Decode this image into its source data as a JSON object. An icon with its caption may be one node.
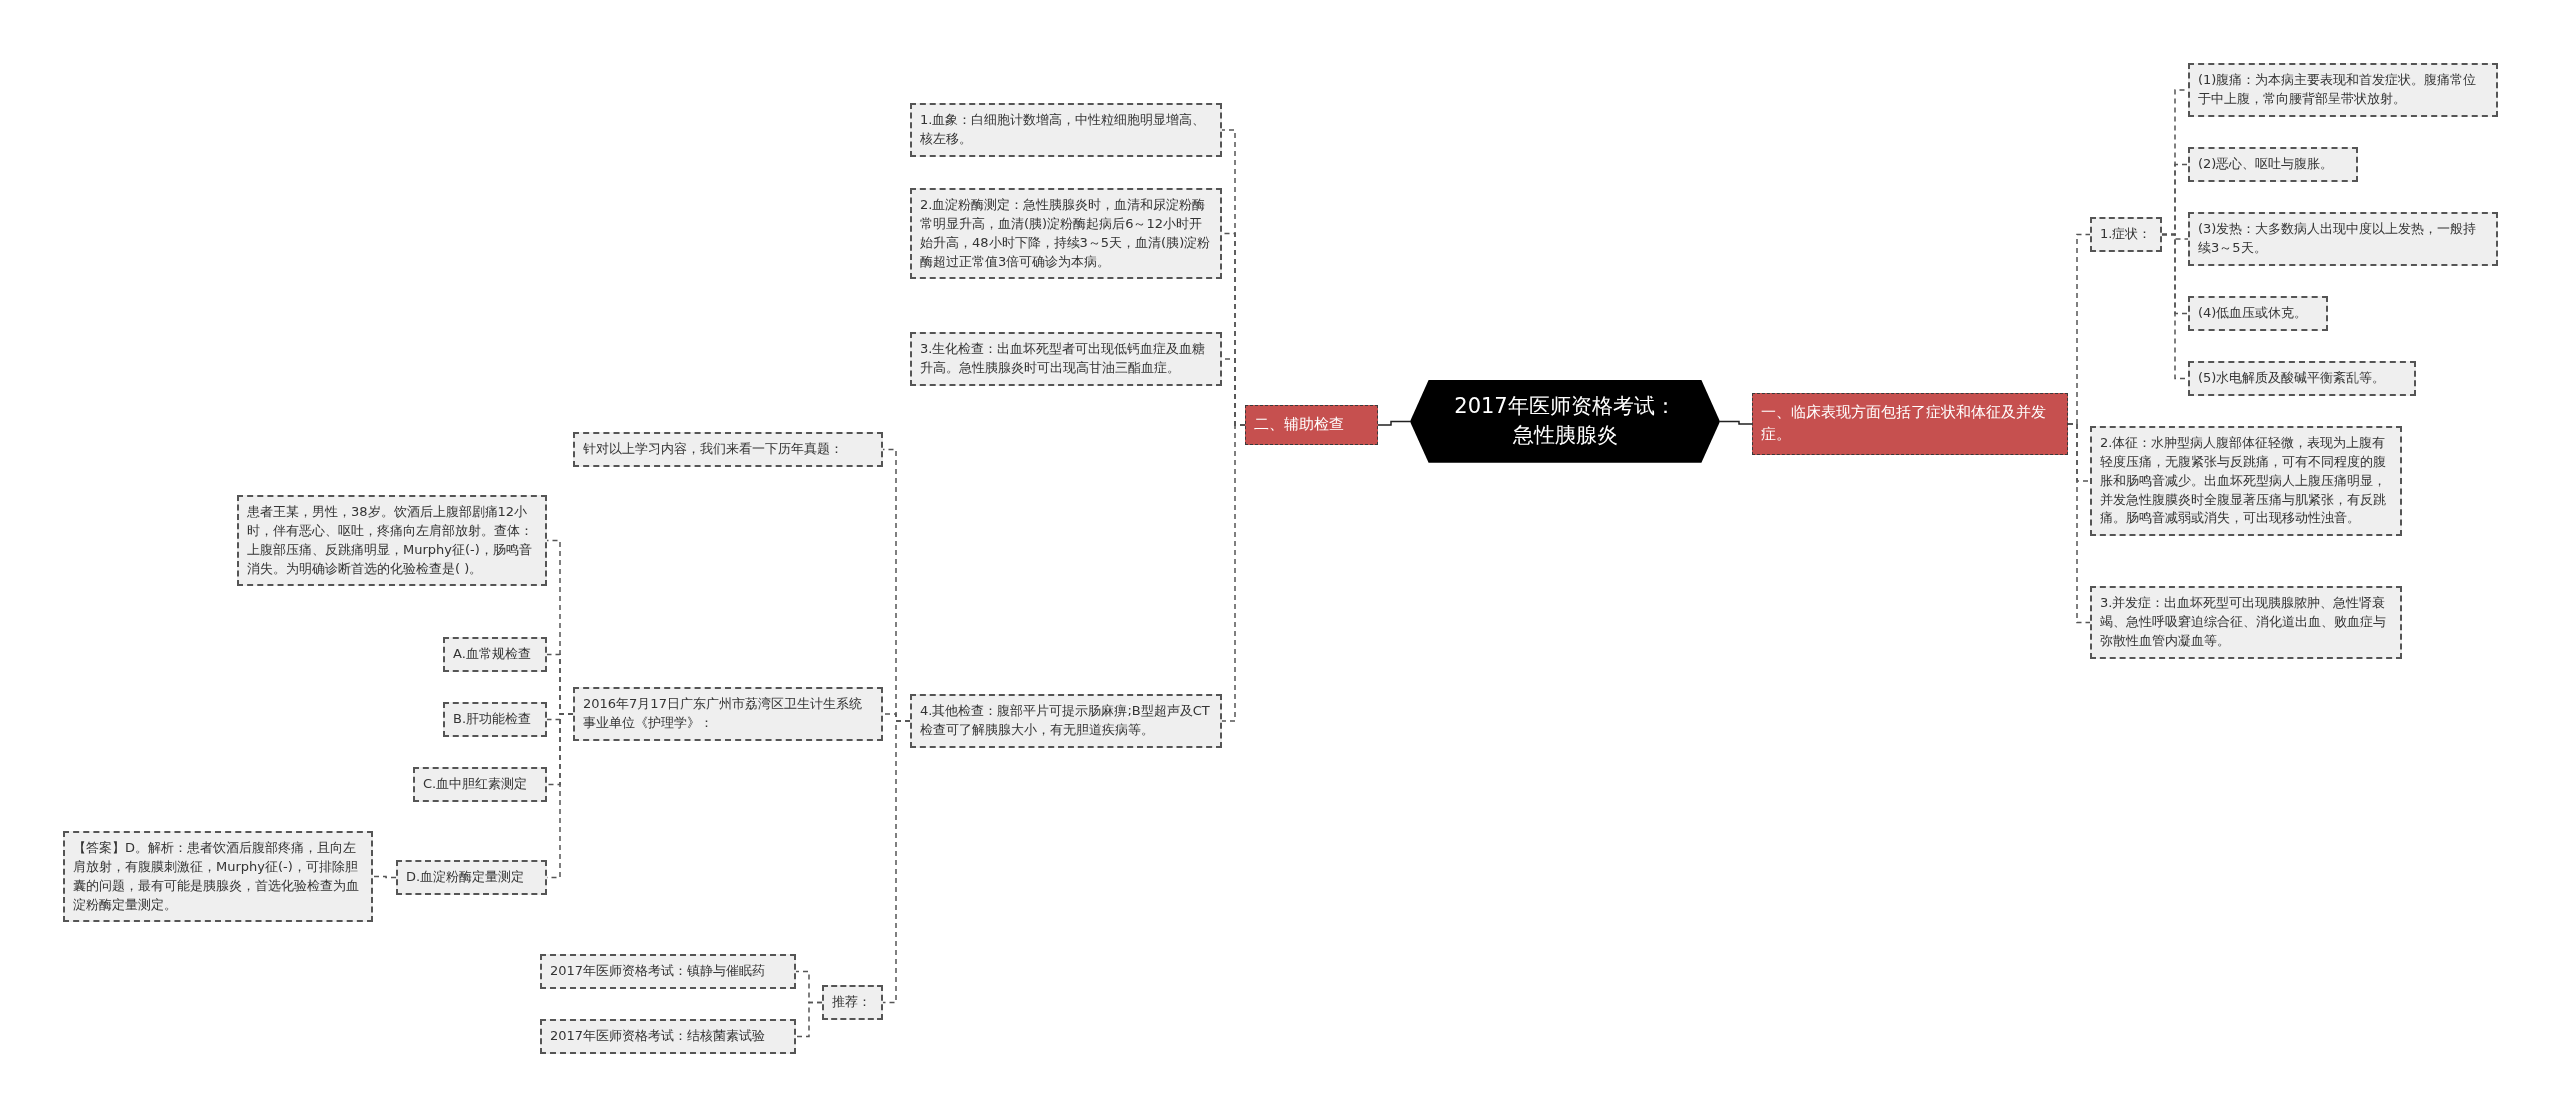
{
  "diagram": {
    "nodes": [
      {
        "text": [
          "2017年医师资格考试：急性胰腺炎"
        ]
      },
      {
        "text": [
          "一、临床表现方面包括了症状和体征及并发症。"
        ]
      },
      {
        "text": [
          "1.症状："
        ]
      },
      {
        "text": [
          "(1)腹痛：为本病主要表现和首发症状。腹痛常位于中上腹，常向腰背部呈带状放射。"
        ]
      },
      {
        "text": [
          "(2)恶心、呕吐与腹胀。"
        ]
      },
      {
        "text": [
          "(3)发热：大多数病人出现中度以上发热，一般持续3～5天。"
        ]
      },
      {
        "text": [
          "(4)低血压或休克。"
        ]
      },
      {
        "text": [
          "(5)水电解质及酸碱平衡紊乱等。"
        ]
      },
      {
        "text": [
          "2.体征：水肿型病人腹部体征轻微，表现为上腹有轻度压痛，无腹紧张与反跳痛，可有不同程度的腹胀和肠鸣音减少。出血坏死型病人上腹压痛明显，并发急性腹膜炎时全腹显著压痛与肌紧张，有反跳痛。肠鸣音减弱或消失，可出现移动性浊音。"
        ]
      },
      {
        "text": [
          "3.并发症：出血坏死型可出现胰腺脓肿、急性肾衰竭、急性呼吸窘迫综合征、消化道出血、败血症与弥散性血管内凝血等。"
        ]
      },
      {
        "text": [
          "二、辅助检查"
        ]
      },
      {
        "text": [
          "1.血象：白细胞计数增高，中性粒细胞明显增高、核左移。"
        ]
      },
      {
        "text": [
          "2.血淀粉酶测定：急性胰腺炎时，血清和尿淀粉酶常明显升高，血清(胰)淀粉酶起病后6～12小时开始升高，48小时下降，持续3～5天，血清(胰)淀粉酶超过正常值3倍可确诊为本病。"
        ]
      },
      {
        "text": [
          "3.生化检查：出血坏死型者可出现低钙血症及血糖升高。急性胰腺炎时可出现高甘油三酯血症。"
        ]
      },
      {
        "text": [
          "4.其他检查：腹部平片可提示肠麻痹;B型超声及CT检查可了解胰腺大小，有无胆道疾病等。"
        ]
      },
      {
        "text": [
          "针对以上学习内容，我们来看一下历年真题："
        ]
      },
      {
        "text": [
          "2016年7月17日广东广州市荔湾区卫生计生系统事业单位《护理学》："
        ]
      },
      {
        "text": [
          "患者王某，男性，38岁。饮酒后上腹部剧痛12小时，伴有恶心、呕吐，疼痛向左肩部放射。查体：上腹部压痛、反跳痛明显，Murphy征(-)，肠鸣音消失。为明确诊断首选的化验检查是( )。"
        ]
      },
      {
        "text": [
          "A.血常规检查"
        ]
      },
      {
        "text": [
          "B.肝功能检查"
        ]
      },
      {
        "text": [
          "C.血中胆红素测定"
        ]
      },
      {
        "text": [
          "D.血淀粉酶定量测定"
        ]
      },
      {
        "text": [
          "【答案】D。解析：患者饮酒后腹部疼痛，且向左肩放射，有腹膜刺激征，Murphy征(-)，可排除胆囊的问题，最有可能是胰腺炎，首选化验检查为血淀粉酶定量测定。"
        ]
      },
      {
        "text": [
          "推荐："
        ]
      },
      {
        "text": [
          "2017年医师资格考试：镇静与催眠药"
        ]
      },
      {
        "text": [
          "2017年医师资格考试：结核菌素试验"
        ]
      }
    ],
    "edges": [
      {
        "from": 0,
        "to": 1,
        "arrow": "none"
      },
      {
        "from": 1,
        "to": 2,
        "arrow": "none",
        "style": "dashed"
      },
      {
        "from": 2,
        "to": 3,
        "arrow": "none",
        "style": "dashed"
      },
      {
        "from": 2,
        "to": 4,
        "arrow": "none",
        "style": "dashed"
      },
      {
        "from": 2,
        "to": 5,
        "arrow": "none",
        "style": "dashed"
      },
      {
        "from": 2,
        "to": 6,
        "arrow": "none",
        "style": "dashed"
      },
      {
        "from": 2,
        "to": 7,
        "arrow": "none",
        "style": "dashed"
      },
      {
        "from": 1,
        "to": 8,
        "arrow": "none",
        "style": "dashed"
      },
      {
        "from": 1,
        "to": 9,
        "arrow": "none",
        "style": "dashed"
      },
      {
        "from": 0,
        "to": 10,
        "arrow": "none"
      },
      {
        "from": 10,
        "to": 11,
        "arrow": "none",
        "style": "dashed"
      },
      {
        "from": 10,
        "to": 12,
        "arrow": "none",
        "style": "dashed"
      },
      {
        "from": 10,
        "to": 13,
        "arrow": "none",
        "style": "dashed"
      },
      {
        "from": 10,
        "to": 14,
        "arrow": "none",
        "style": "dashed"
      },
      {
        "from": 14,
        "to": 15,
        "arrow": "none",
        "style": "dashed"
      },
      {
        "from": 14,
        "to": 16,
        "arrow": "none",
        "style": "dashed"
      },
      {
        "from": 16,
        "to": 17,
        "arrow": "none",
        "style": "dashed"
      },
      {
        "from": 16,
        "to": 18,
        "arrow": "none",
        "style": "dashed"
      },
      {
        "from": 16,
        "to": 19,
        "arrow": "none",
        "style": "dashed"
      },
      {
        "from": 16,
        "to": 20,
        "arrow": "none",
        "style": "dashed"
      },
      {
        "from": 16,
        "to": 21,
        "arrow": "none",
        "style": "dashed"
      },
      {
        "from": 21,
        "to": 22,
        "arrow": "none",
        "style": "dashed"
      },
      {
        "from": 14,
        "to": 23,
        "arrow": "none",
        "style": "dashed"
      },
      {
        "from": 23,
        "to": 24,
        "arrow": "none",
        "style": "dashed"
      },
      {
        "from": 23,
        "to": 25,
        "arrow": "none",
        "style": "dashed"
      }
    ]
  }
}
